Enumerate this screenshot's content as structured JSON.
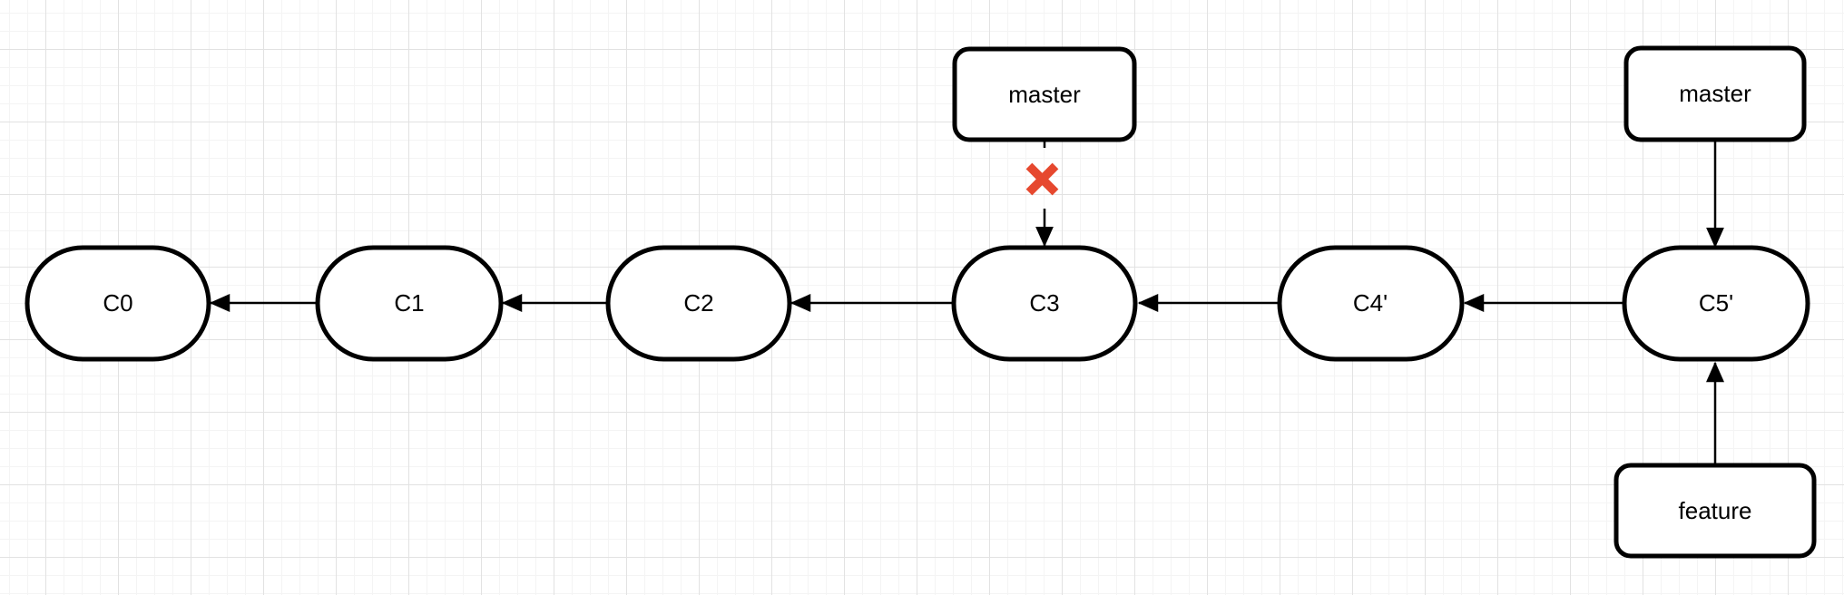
{
  "diagram": {
    "type": "git-commit-graph",
    "nodes": [
      {
        "id": "c0",
        "label": "C0"
      },
      {
        "id": "c1",
        "label": "C1"
      },
      {
        "id": "c2",
        "label": "C2"
      },
      {
        "id": "c3",
        "label": "C3"
      },
      {
        "id": "c4p",
        "label": "C4'"
      },
      {
        "id": "c5p",
        "label": "C5'"
      }
    ],
    "branch_labels": {
      "master_top": "master",
      "master_right": "master",
      "feature": "feature"
    },
    "edges": [
      {
        "from": "C1",
        "to": "C0",
        "kind": "parent-pointer"
      },
      {
        "from": "C2",
        "to": "C1",
        "kind": "parent-pointer"
      },
      {
        "from": "C3",
        "to": "C2",
        "kind": "parent-pointer"
      },
      {
        "from": "C4'",
        "to": "C3",
        "kind": "parent-pointer"
      },
      {
        "from": "C5'",
        "to": "C4'",
        "kind": "parent-pointer"
      },
      {
        "from": "master (top)",
        "to": "C3",
        "kind": "branch-pointer",
        "status": "deleted (red X)"
      },
      {
        "from": "master (right)",
        "to": "C5'",
        "kind": "branch-pointer"
      },
      {
        "from": "feature",
        "to": "C5'",
        "kind": "branch-pointer"
      }
    ],
    "colors": {
      "shape_stroke": "#000000",
      "shape_fill": "#ffffff",
      "deleted_x": "#e6482f",
      "grid_major": "#e2e2e2",
      "grid_minor": "#f4f4f4"
    }
  }
}
